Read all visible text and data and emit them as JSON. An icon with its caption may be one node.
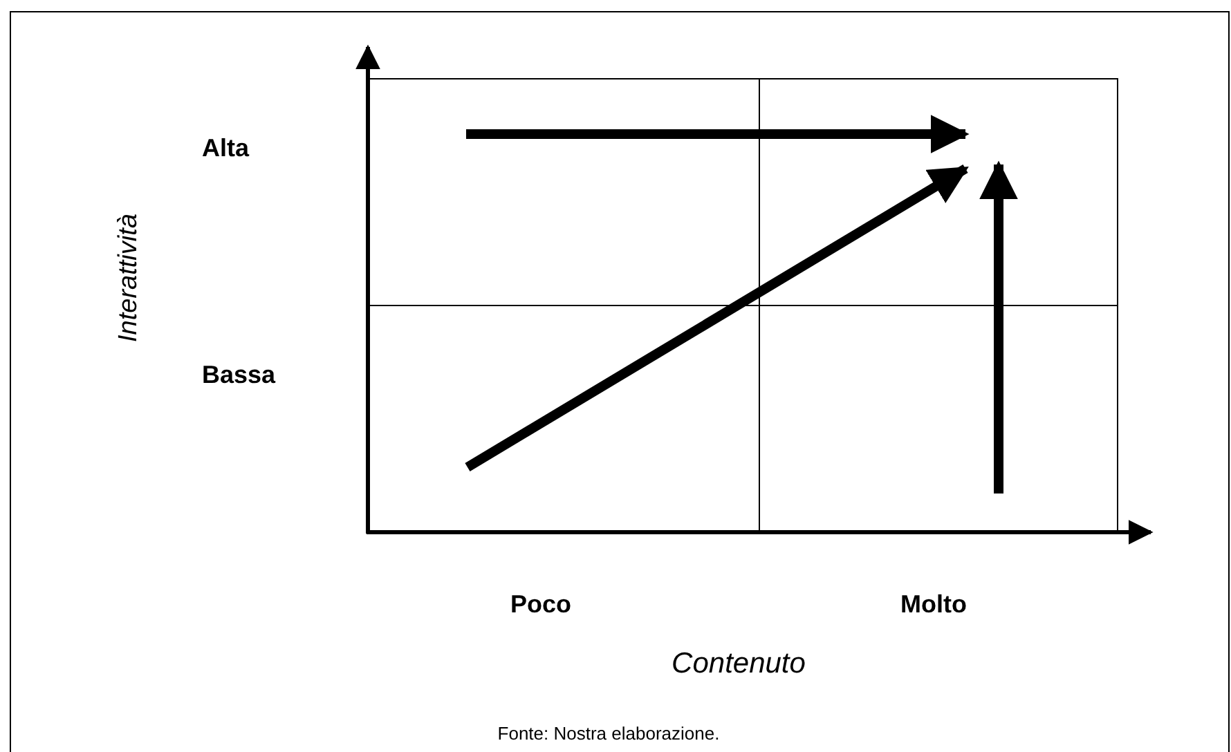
{
  "diagram": {
    "caption": "Fonte: Nostra elaborazione.",
    "labels": [
      "Alta",
      "Bassa",
      "Interattività",
      "Poco",
      "Molto",
      "Contenuto"
    ]
  }
}
